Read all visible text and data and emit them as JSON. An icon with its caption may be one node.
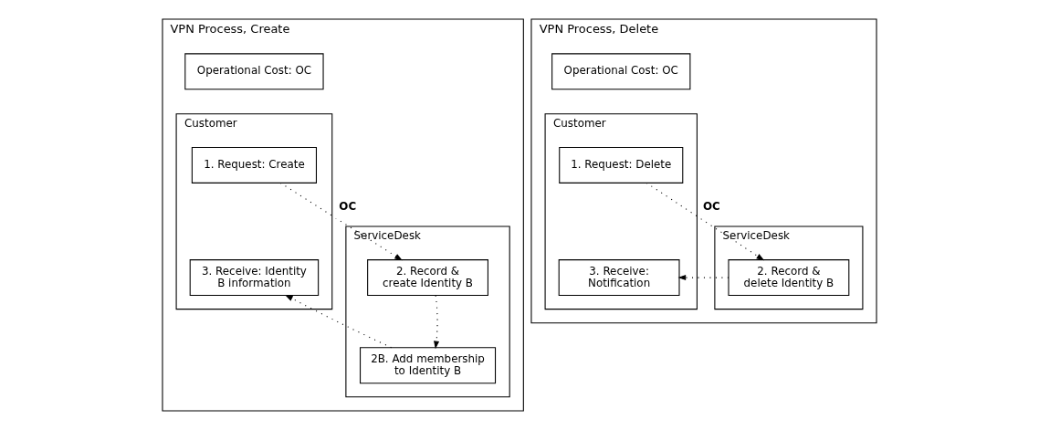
{
  "diagram": {
    "nodes": [
      {
        "text": [
          "VPN Process, Create"
        ]
      },
      {
        "text": [
          "Operational Cost: OC"
        ],
        "in": 0
      },
      {
        "text": [
          "Customer"
        ],
        "in": 0
      },
      {
        "text": [
          "1. Request: Create"
        ],
        "in": 2
      },
      {
        "text": [
          "3. Receive: Identity B information"
        ],
        "in": 2
      },
      {
        "text": [
          "ServiceDesk"
        ],
        "in": 0
      },
      {
        "text": [
          "2. Record & create Identity B"
        ],
        "in": 5
      },
      {
        "text": [
          "2B. Add membership to Identity B"
        ],
        "in": 5
      },
      {
        "text": [
          "VPN Process, Delete"
        ]
      },
      {
        "text": [
          "Operational Cost: OC"
        ],
        "in": 8
      },
      {
        "text": [
          "Customer"
        ],
        "in": 8
      },
      {
        "text": [
          "1. Request: Delete"
        ],
        "in": 10
      },
      {
        "text": [
          "3. Receive: Notification"
        ],
        "in": 10
      },
      {
        "text": [
          "ServiceDesk"
        ],
        "in": 8
      },
      {
        "text": [
          "2. Record & delete Identity B"
        ],
        "in": 13
      }
    ],
    "edges": [
      {
        "from": 3,
        "to": 6,
        "arrow": "to",
        "label": "OC"
      },
      {
        "from": 6,
        "to": 7,
        "arrow": "to"
      },
      {
        "from": 7,
        "to": 4,
        "arrow": "to"
      },
      {
        "from": 11,
        "to": 14,
        "arrow": "to",
        "label": "OC"
      },
      {
        "from": 14,
        "to": 12,
        "arrow": "to"
      }
    ]
  }
}
